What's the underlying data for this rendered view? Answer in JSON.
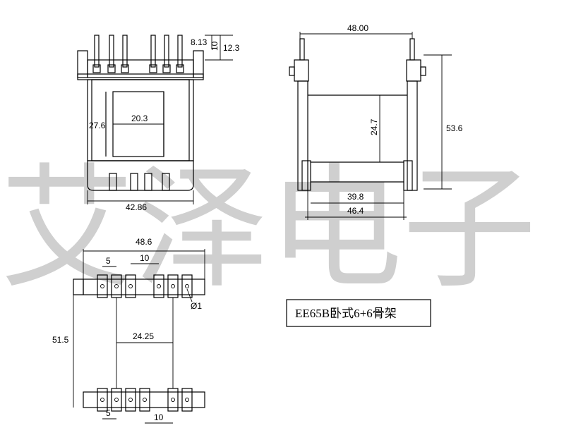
{
  "watermark": "艾泽电子",
  "title": "EE65B卧式6+6骨架",
  "front_view": {
    "pin_height": "8.13",
    "total_height": "12.3",
    "pin_length": "10",
    "window_height": "27.6",
    "window_width": "20.3",
    "width": "42.86"
  },
  "side_view": {
    "width_top": "48.00",
    "height": "53.6",
    "window_height": "24.7",
    "inner_width": "39.8",
    "outer_width": "46.4"
  },
  "bottom_view": {
    "width": "48.6",
    "pin_pitch_small": "5",
    "pin_pitch_large": "10",
    "pin_diameter": "Ø1",
    "row_spacing": "24.25",
    "depth": "51.5",
    "bottom_pitch_small": "5",
    "bottom_pitch_large": "10"
  }
}
